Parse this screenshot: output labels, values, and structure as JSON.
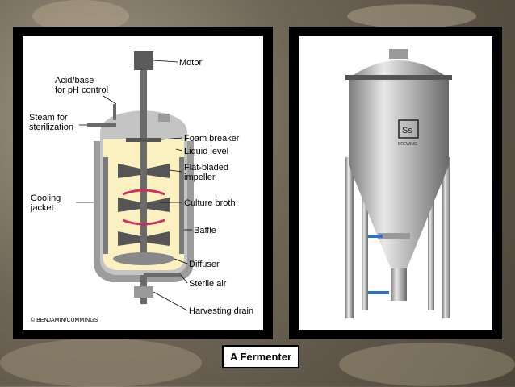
{
  "diagram": {
    "labels": {
      "motor": "Motor",
      "acid_base_1": "Acid/base",
      "acid_base_2": "for pH control",
      "steam_1": "Steam for",
      "steam_2": "sterilization",
      "foam_breaker": "Foam breaker",
      "liquid_level": "Liquid level",
      "impeller_1": "Flat-bladed",
      "impeller_2": "impeller",
      "cooling_1": "Cooling",
      "cooling_2": "jacket",
      "culture_broth": "Culture broth",
      "baffle": "Baffle",
      "diffuser": "Diffuser",
      "sterile_air": "Sterile air",
      "harvesting_drain": "Harvesting drain",
      "copyright": "© BENJAMIN/CUMMINGS"
    },
    "colors": {
      "broth": "#fbf1c0",
      "tank": "#b5b5b5",
      "arrow": "#d03060"
    }
  },
  "photo": {
    "brand": "Ss",
    "brand_sub": "BREWING"
  },
  "caption": "A Fermenter"
}
